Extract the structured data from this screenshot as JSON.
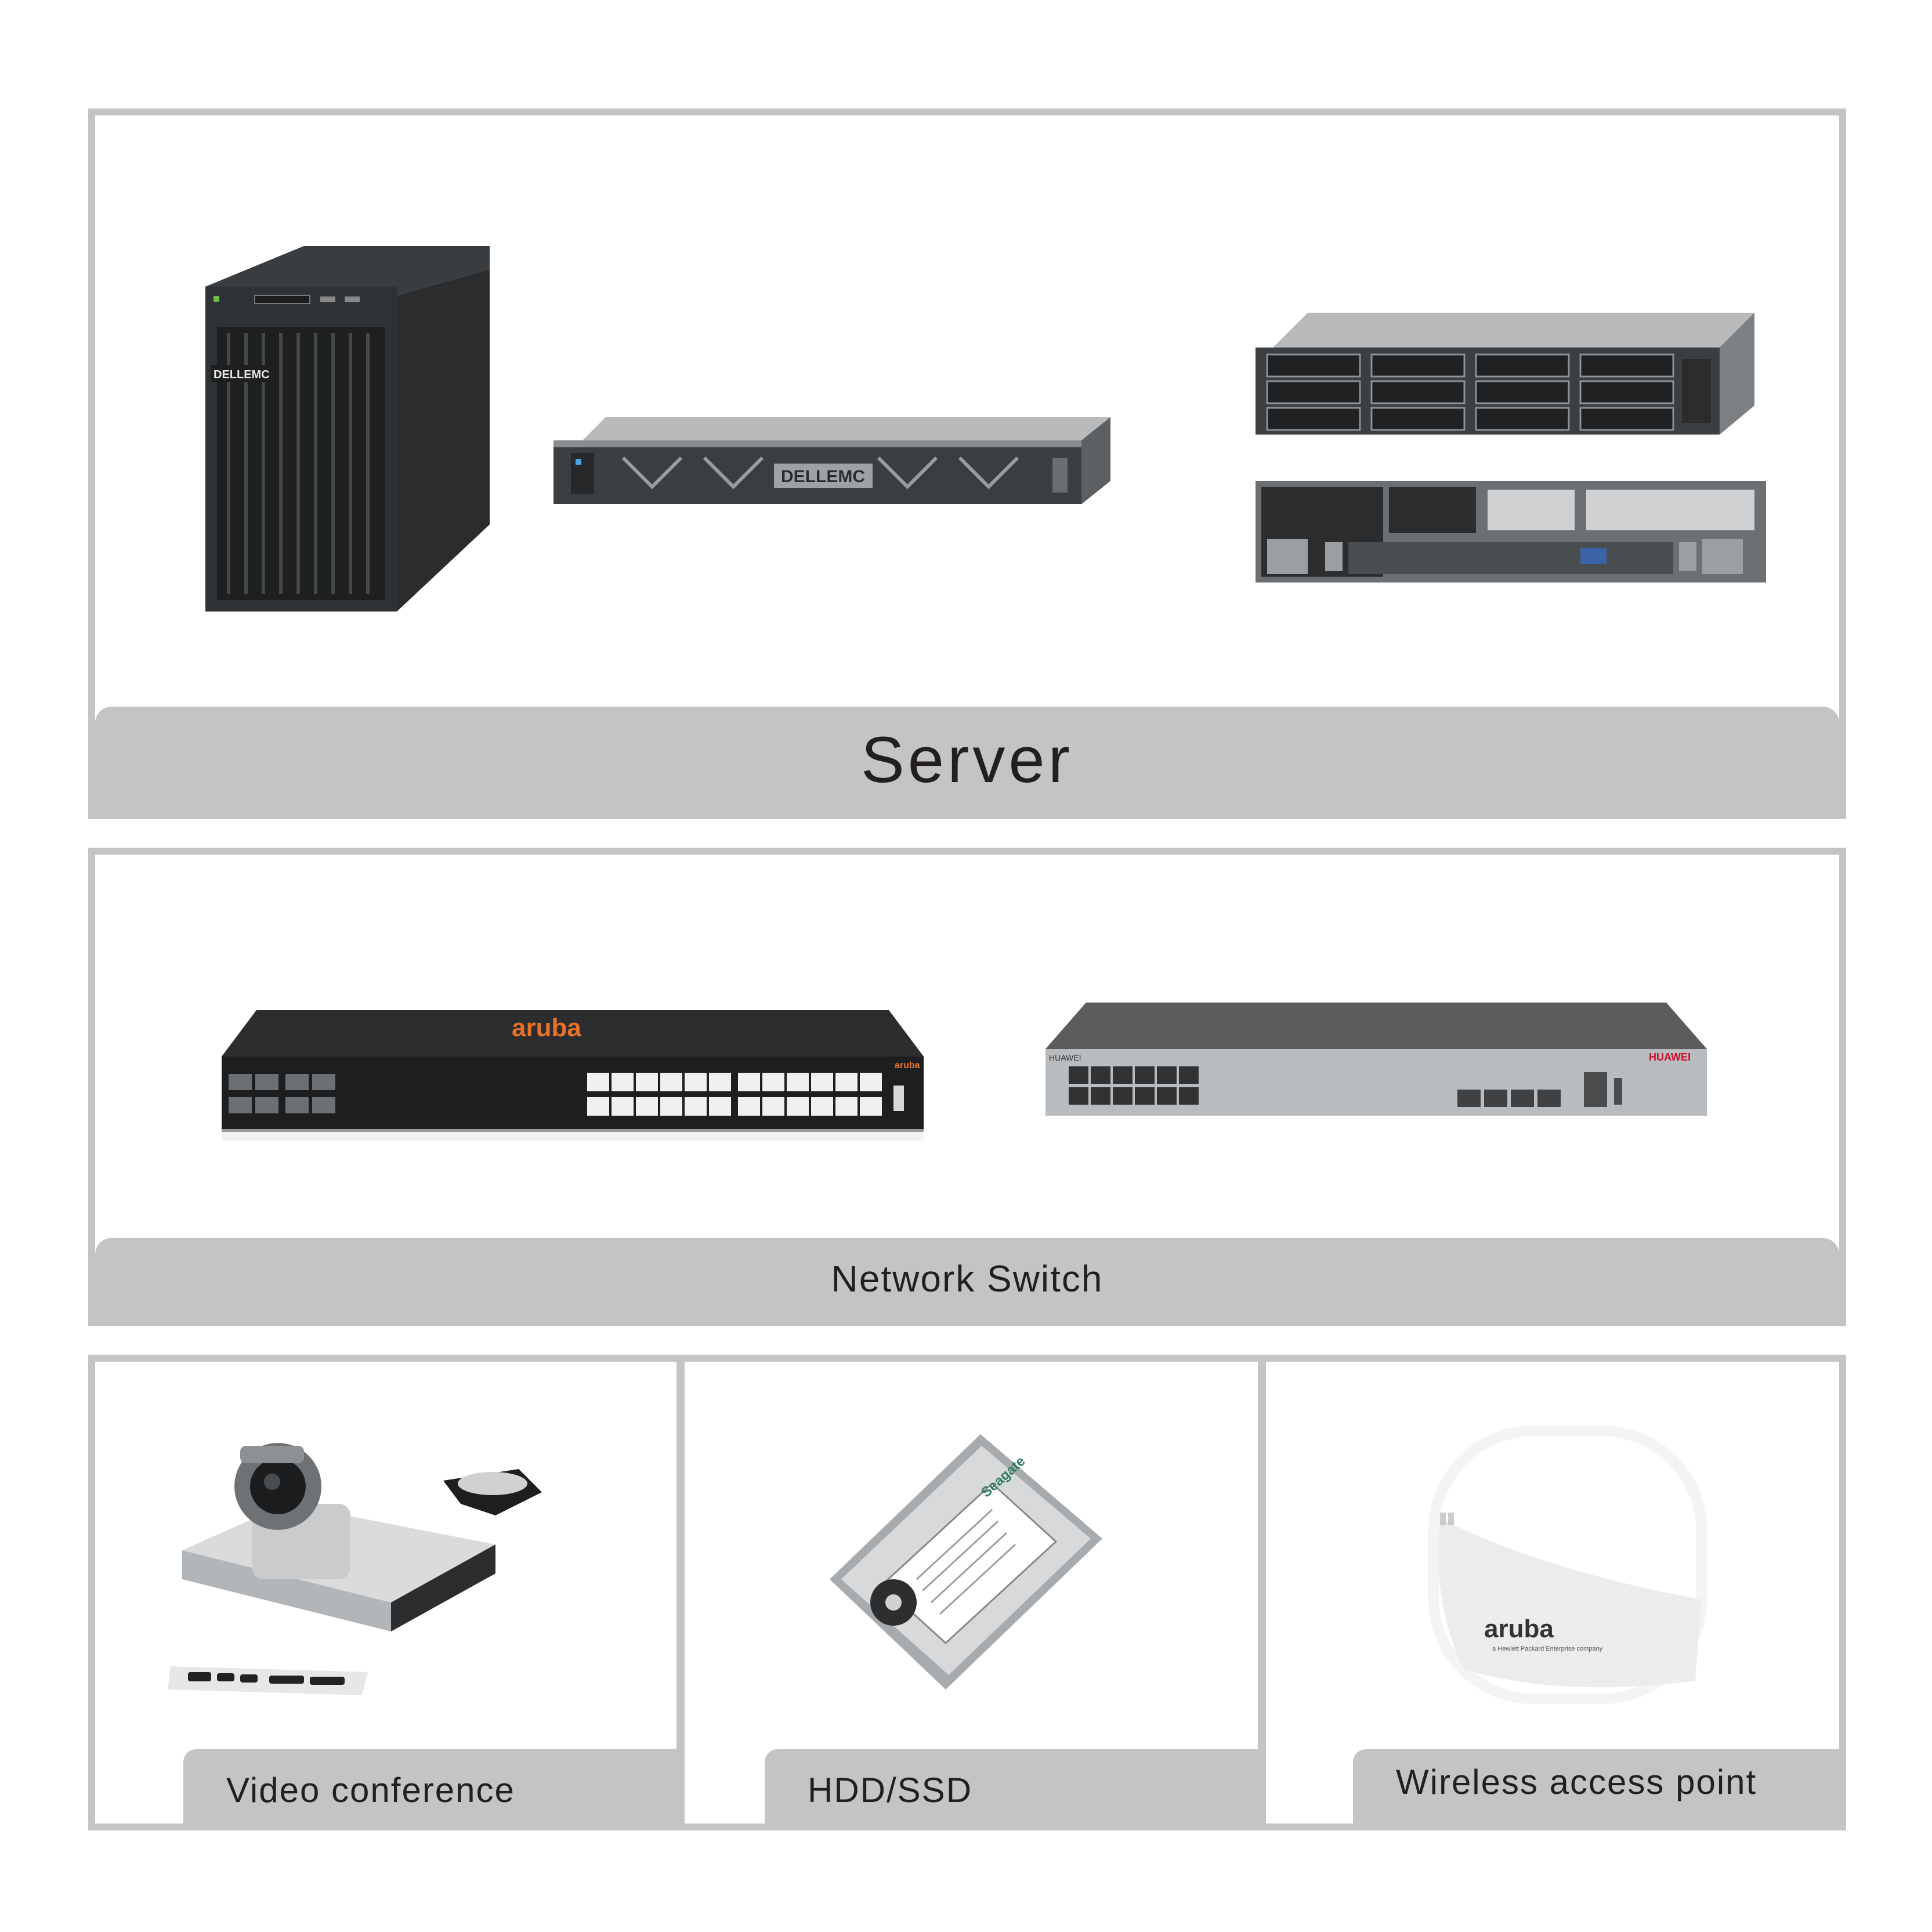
{
  "panels": {
    "server": {
      "label": "Server"
    },
    "switch": {
      "label": "Network Switch"
    },
    "video": {
      "label": "Video conference"
    },
    "storage": {
      "label": "HDD/SSD"
    },
    "wireless": {
      "label": "Wireless access point"
    }
  },
  "branding": {
    "dell_emc": "DELLEMC",
    "aruba": "aruba",
    "aruba_tagline": "a Hewlett Packard Enterprise company",
    "seagate": "Seagate",
    "huawei": "HUAWEI"
  },
  "icons": [
    "tower-server-icon",
    "rack-server-1u-icon",
    "rack-server-2u-icon",
    "network-switch-icon",
    "ptz-camera-icon",
    "hard-disk-icon",
    "access-point-icon"
  ],
  "colors": {
    "frame": "#c4c4c4",
    "label_text": "#231f20",
    "background": "#ffffff"
  }
}
